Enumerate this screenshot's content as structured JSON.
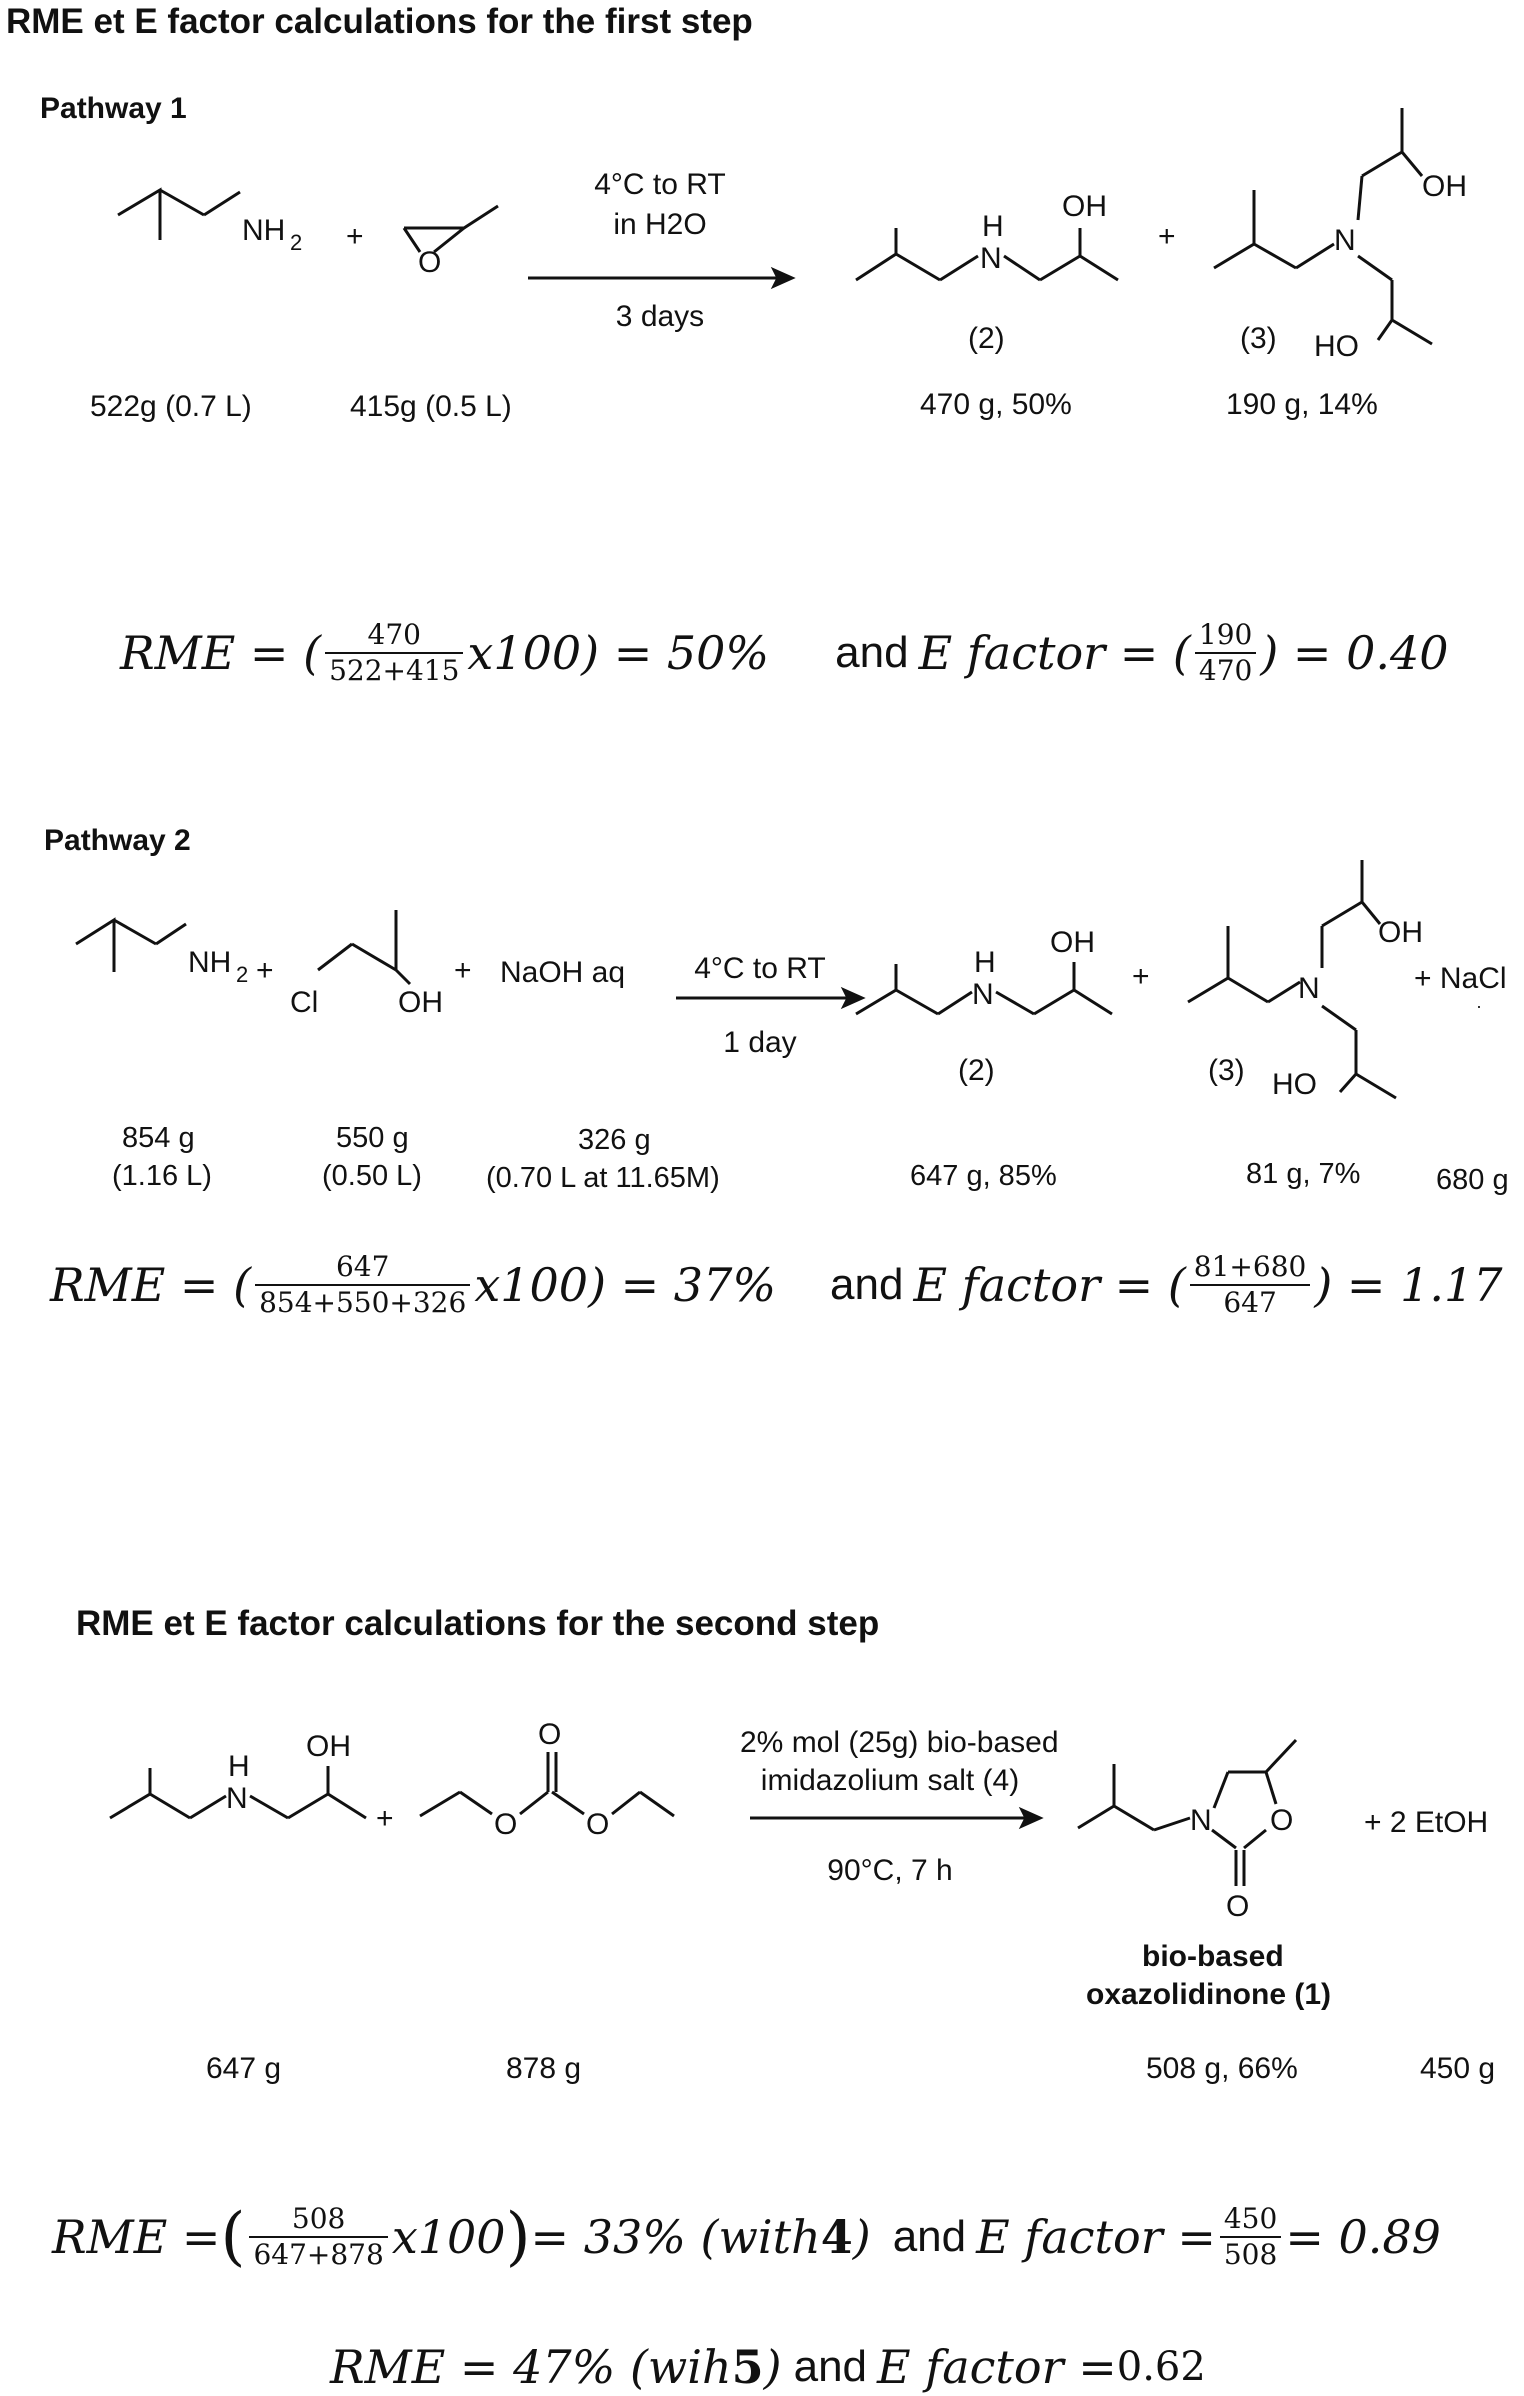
{
  "title_step1": "RME et E factor calculations for the first step",
  "pathway1": {
    "heading": "Pathway 1",
    "reagent1_label": "NH2",
    "plus": "+",
    "epoxide_O": "O",
    "cond_top1": "4°C to RT",
    "cond_top2": "in H2O",
    "cond_bottom": "3 days",
    "product2_label": "(2)",
    "product3_label": "(3)",
    "N_atom": "N",
    "H_atom": "H",
    "OH": "OH",
    "HO": "HO",
    "amt_reagent1": "522g (0.7 L)",
    "amt_reagent2": "415g (0.5 L)",
    "amt_product2": "470 g, 50%",
    "amt_product3": "190 g, 14%",
    "eq_rme_lhs": "RME = (",
    "eq_rme_num": "470",
    "eq_rme_den": "522+415",
    "eq_rme_rhs": "x100) = 50%",
    "eq_and": "and",
    "eq_ef_lhs": "E factor = (",
    "eq_ef_num": "190",
    "eq_ef_den": "470",
    "eq_ef_rhs": ") = 0.40"
  },
  "pathway2": {
    "heading": "Pathway 2",
    "reagent1_label": "NH2",
    "Cl": "Cl",
    "OH": "OH",
    "HO": "HO",
    "naoh": "NaOH aq",
    "nacl": "+ NaCl",
    "cond_top": "4°C to RT",
    "cond_bottom": "1 day",
    "product2_label": "(2)",
    "product3_label": "(3)",
    "amt_reagent1_a": "854 g",
    "amt_reagent1_b": "(1.16 L)",
    "amt_reagent2_a": "550 g",
    "amt_reagent2_b": "(0.50 L)",
    "amt_naoh_a": "326 g",
    "amt_naoh_b": "(0.70 L at 11.65M)",
    "amt_product2": "647 g, 85%",
    "amt_product3": "81 g, 7%",
    "amt_nacl": "680 g",
    "eq_rme_lhs": "RME = (",
    "eq_rme_num": "647",
    "eq_rme_den": "854+550+326",
    "eq_rme_rhs": "x100) = 37%",
    "eq_and": "and",
    "eq_ef_lhs": "E factor = (",
    "eq_ef_num": "81+680",
    "eq_ef_den": "647",
    "eq_ef_rhs": ") = 1.17"
  },
  "step2": {
    "heading": "RME et E factor calculations for the second step",
    "O": "O",
    "N": "N",
    "cond_top1": "2% mol (25g) bio-based",
    "cond_top2": "imidazolium salt (4)",
    "cond_bottom": "90°C, 7 h",
    "plus_etoh": "+   2 EtOH",
    "product_name1": "bio-based",
    "product_name2": "oxazolidinone (1)",
    "amt_reagent1": "647 g",
    "amt_reagent2": "878 g",
    "amt_product": "508 g, 66%",
    "amt_etoh": "450 g",
    "eq_rme_lhs": "RME = ",
    "eq_rme_num": "508",
    "eq_rme_den": "647+878",
    "eq_rme_rhs": "x100",
    "eq_rme_val": " = 33% (with ",
    "eq_rme_bold": "4",
    "eq_rme_close": ")",
    "eq_and": "and",
    "eq_ef_lhs": "E factor = ",
    "eq_ef_num": "450",
    "eq_ef_den": "508",
    "eq_ef_rhs": " = 0.89",
    "eq2_rme": "RME =  47% (wih ",
    "eq2_bold": "5",
    "eq2_close": ")",
    "eq2_and": "and",
    "eq2_ef": "E factor =  ",
    "eq2_val": "0.62"
  }
}
